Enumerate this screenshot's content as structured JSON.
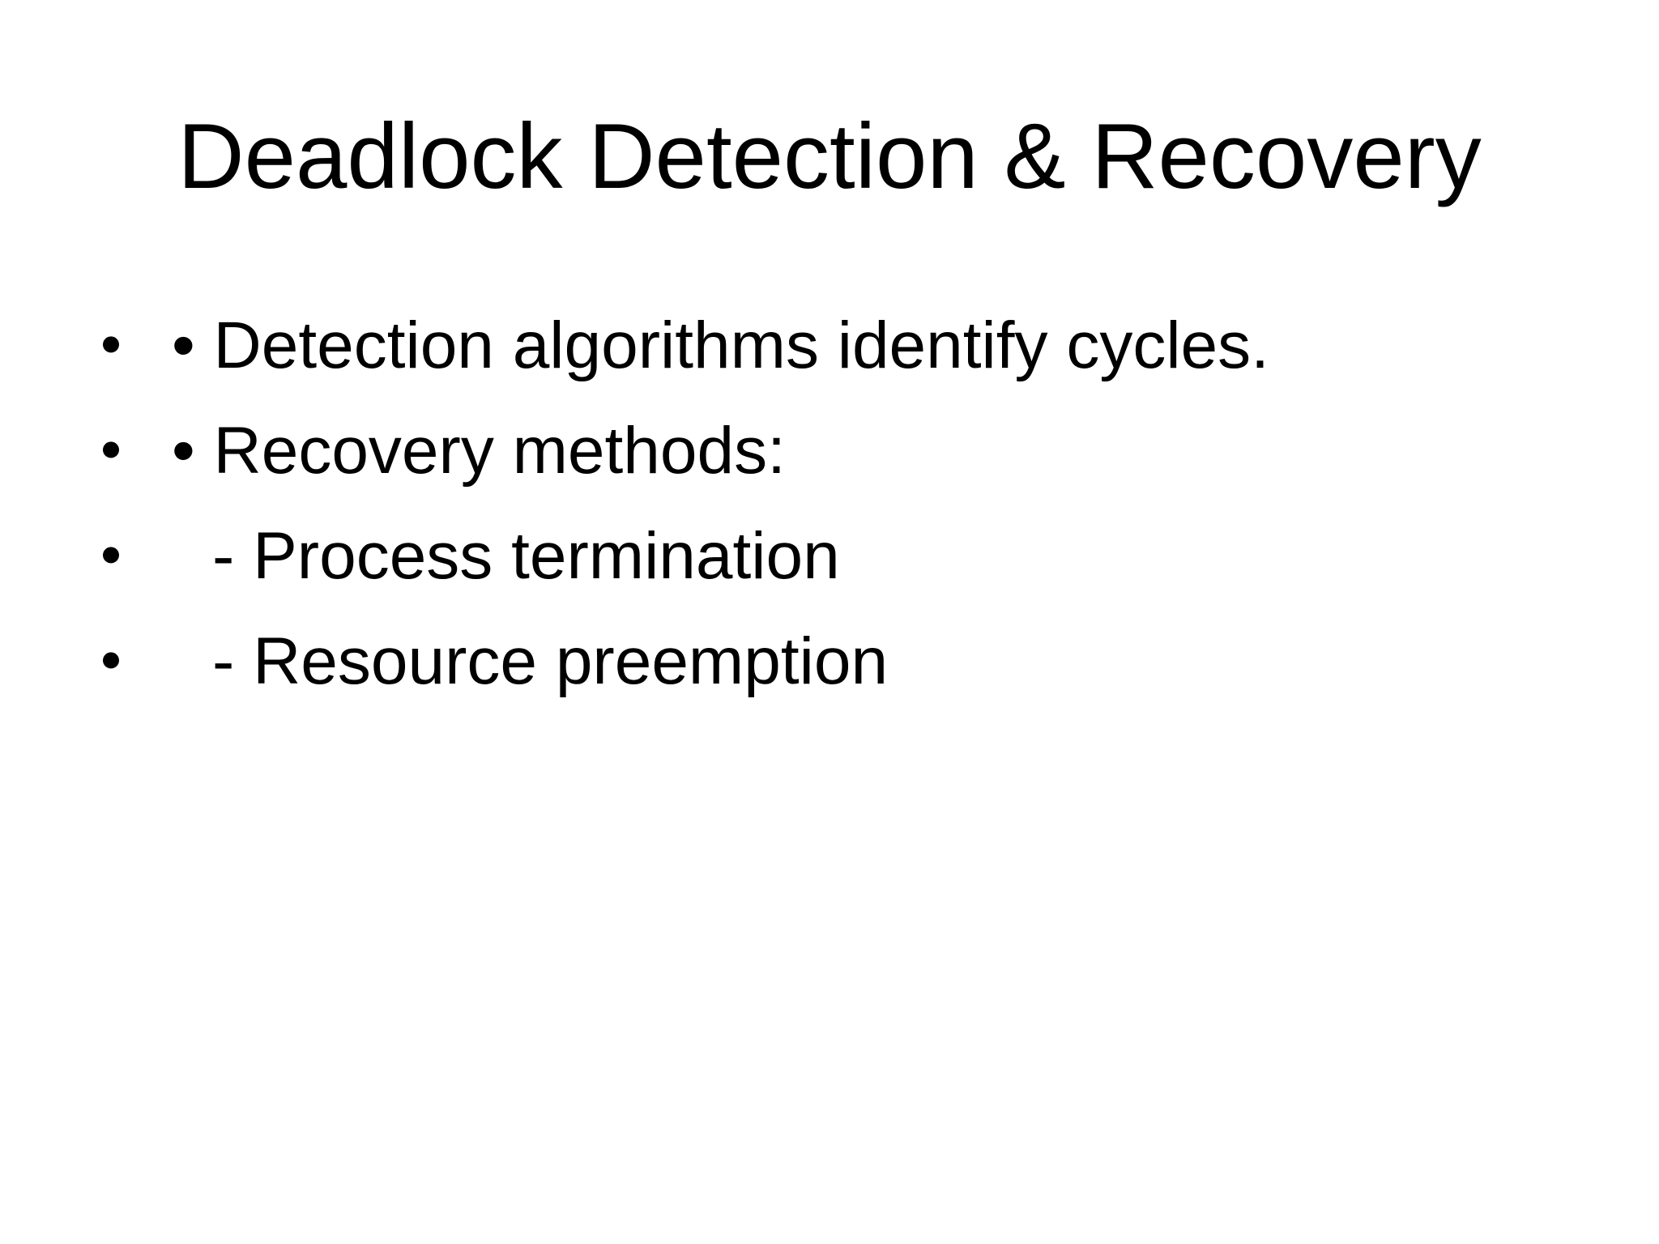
{
  "slide": {
    "title": "Deadlock Detection & Recovery",
    "bullets": [
      {
        "text": "• Detection algorithms identify cycles.",
        "indent": false
      },
      {
        "text": "• Recovery methods:",
        "indent": false
      },
      {
        "text": "- Process termination",
        "indent": true
      },
      {
        "text": "- Resource preemption",
        "indent": true
      }
    ],
    "colors": {
      "background": "#ffffff",
      "text": "#000000"
    }
  }
}
